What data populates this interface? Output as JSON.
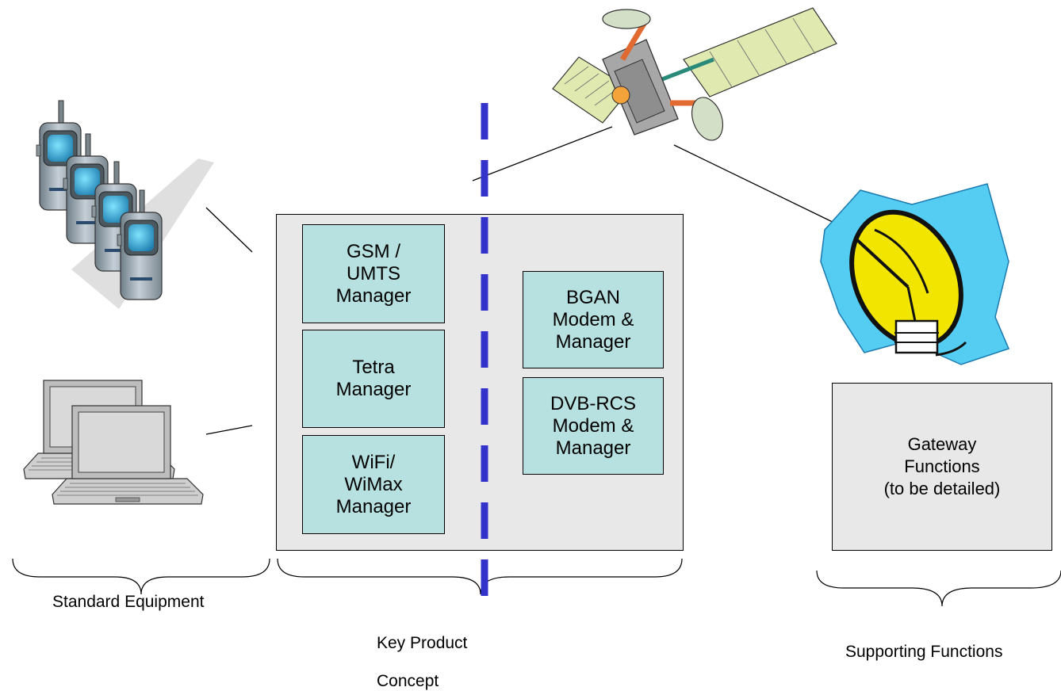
{
  "modules": {
    "gsm": [
      "GSM /",
      "UMTS",
      "Manager"
    ],
    "tetra": [
      "Tetra",
      "Manager"
    ],
    "wifi": [
      "WiFi/",
      "WiMax",
      "Manager"
    ],
    "bgan": [
      "BGAN",
      "Modem &",
      "Manager"
    ],
    "dvb": [
      "DVB-RCS",
      "Modem &",
      "Manager"
    ]
  },
  "gateway": [
    "Gateway",
    "Functions",
    "(to be detailed)"
  ],
  "groups": {
    "standard": "Standard Equipment",
    "key": [
      "Key Product",
      "Concept"
    ],
    "supporting": "Supporting Functions"
  },
  "colors": {
    "divider": "#3333cc",
    "module_fill": "#b7e0e0",
    "panel_fill": "#e8e8e8",
    "dish_sky": "#55ccf2",
    "dish": "#f2e600"
  },
  "icons": [
    "mobile-phones-icon",
    "laptops-icon",
    "satellite-icon",
    "satellite-dish-icon"
  ]
}
